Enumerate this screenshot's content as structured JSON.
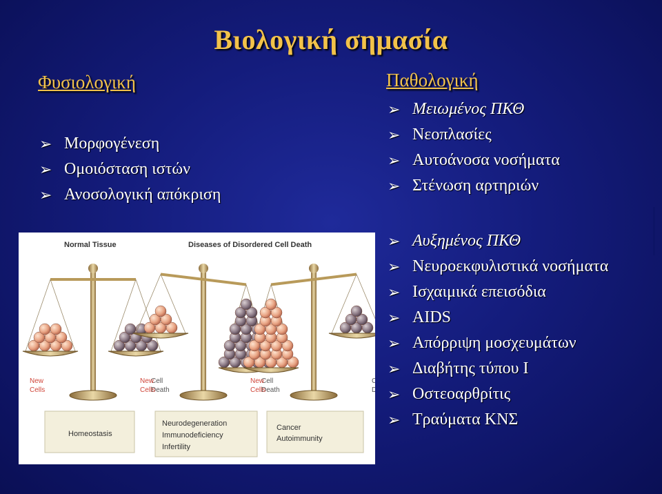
{
  "title": "Βιολογική σημασία",
  "physiological": {
    "heading": "Φυσιολογική",
    "items": [
      "Μορφογένεση",
      "Ομοιόσταση ιστών",
      "Ανοσολογική απόκριση"
    ]
  },
  "pathological": {
    "heading": "Παθολογική",
    "reduced": {
      "label": "Μειωμένος ΠΚΘ",
      "items": [
        "Νεοπλασίες",
        "Αυτοάνοσα νοσήματα",
        "Στένωση αρτηριών"
      ]
    },
    "increased": {
      "label": "Αυξημένος ΠΚΘ",
      "items": [
        "Νευροεκφυλιστικά νοσήματα",
        "Ισχαιμικά επεισόδια",
        "AIDS",
        "Απόρριψη μοσχευμάτων",
        "Διαβήτης τύπου Ι",
        "Οστεοαρθρίτις",
        "Τραύματα ΚΝΣ"
      ]
    }
  },
  "figure": {
    "header_normal": "Normal Tissue",
    "header_diseases": "Diseases of Disordered Cell Death",
    "new_cells": [
      "New",
      "Cells"
    ],
    "cell_death": [
      "Cell",
      "Death"
    ],
    "box_homeostasis": "Homeostasis",
    "box_neuro": [
      "Neurodegeneration",
      "Immunodeficiency",
      "Infertility"
    ],
    "box_cancer": [
      "Cancer",
      "Autoimmunity"
    ]
  },
  "colors": {
    "title": "#f2c24a",
    "background": "#141c7c",
    "text": "#ffffff"
  }
}
